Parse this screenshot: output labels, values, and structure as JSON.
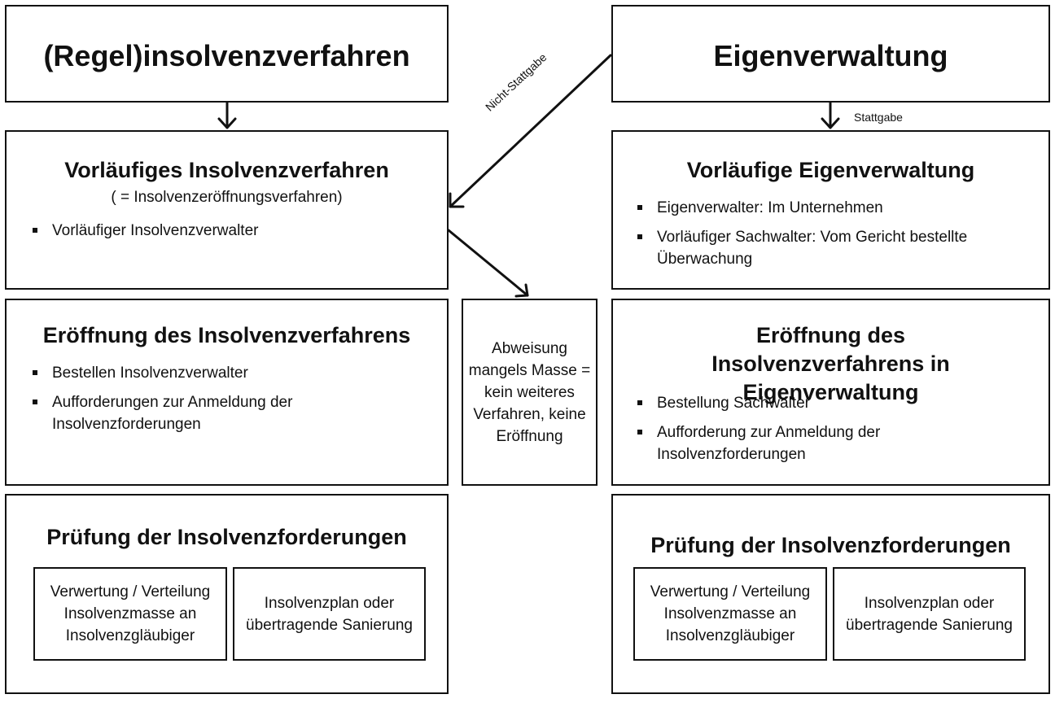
{
  "left": {
    "header_title": "(Regel)insolvenzverfahren",
    "vorlaeufig": {
      "title": "Vorläufiges Insolvenzverfahren",
      "subtitle": "( = Insolvenzeröffnungsverfahren)",
      "bullets": [
        "Vorläufiger Insolvenzverwalter"
      ]
    },
    "eroeffnung": {
      "title": "Eröffnung des Insolvenzverfahrens",
      "bullets": [
        "Bestellen Insolvenzverwalter",
        "Aufforderungen zur Anmeldung der Insolvenzforderungen"
      ]
    },
    "pruefung": {
      "title": "Prüfung der Insolvenzforderungen",
      "box_a": "Verwertung / Verteilung Insolvenzmasse an Insolvenzgläubiger",
      "box_b": "Insolvenzplan oder übertragende Sanierung"
    }
  },
  "middle": {
    "abweisung": "Abweisung mangels Masse = kein weiteres Verfahren, keine Eröffnung",
    "nicht_stattgabe": "Nicht-Stattgabe",
    "stattgabe": "Stattgabe"
  },
  "right": {
    "header_title": "Eigenverwaltung",
    "vorlaeufig": {
      "title": "Vorläufige Eigenverwaltung",
      "bullets": [
        "Eigenverwalter: Im Unternehmen",
        "Vorläufiger Sachwalter: Vom Gericht bestellte Überwachung"
      ]
    },
    "eroeffnung": {
      "title": "Eröffnung des Insolvenzverfahrens in Eigenverwaltung",
      "bullets": [
        "Bestellung Sachwalter",
        "Aufforderung zur Anmeldung der Insolvenzforderungen"
      ]
    },
    "pruefung": {
      "title": "Prüfung der Insolvenzforderungen",
      "box_a": "Verwertung / Verteilung Insolvenzmasse an Insolvenzgläubiger",
      "box_b": "Insolvenzplan oder übertragende Sanierung"
    }
  }
}
